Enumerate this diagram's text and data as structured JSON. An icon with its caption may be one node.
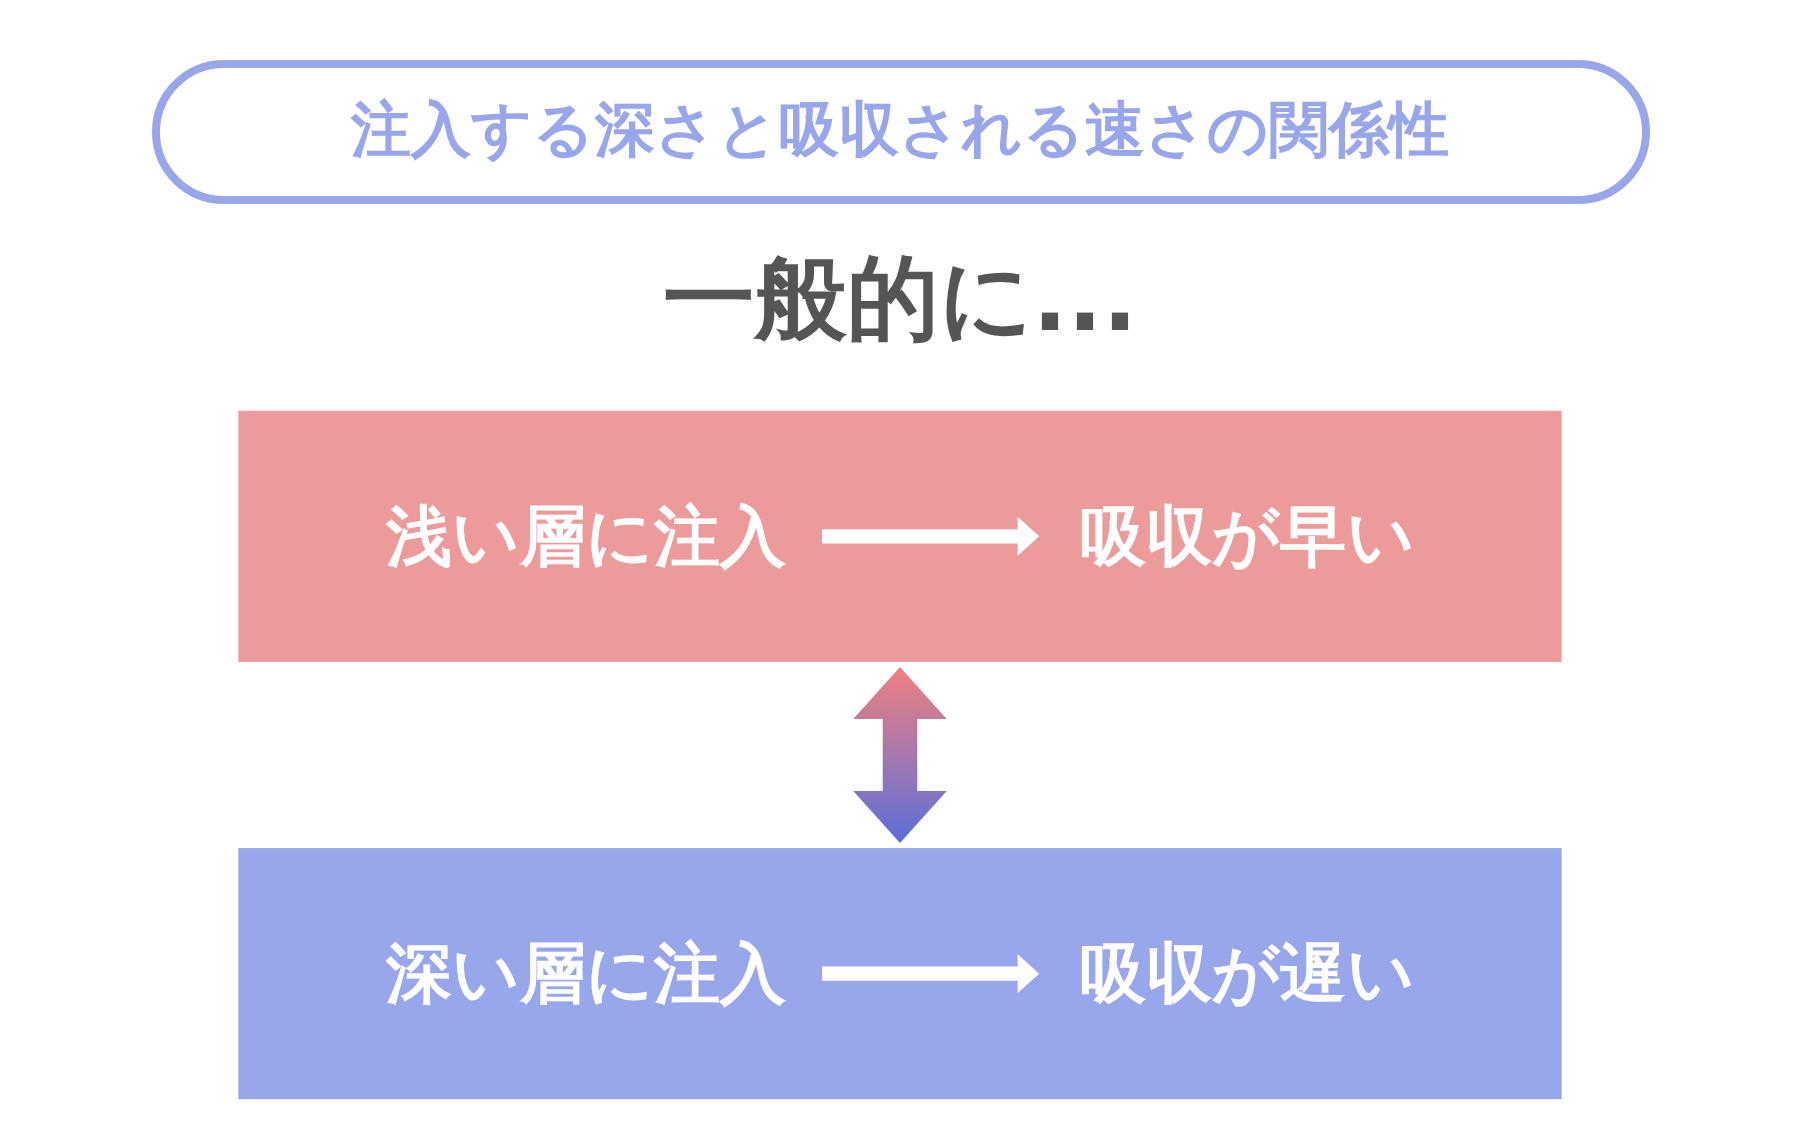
{
  "diagram": {
    "title": "注入する深さと吸収される速さの関係性",
    "nodes": [
      {
        "text": [],
        "shape": "bar"
      },
      {
        "text": [
          "浅い層に注入"
        ],
        "in": 0
      },
      {
        "text": [
          "吸収が早い"
        ],
        "in": 0
      },
      {
        "text": [],
        "shape": "bar"
      },
      {
        "text": [
          "深い層に注入"
        ],
        "in": 3
      },
      {
        "text": [
          "吸収が遅い"
        ],
        "in": 3
      }
    ],
    "edges": [
      {
        "from": 1,
        "to": 2,
        "arrow": "to"
      },
      {
        "from": 0,
        "to": 3,
        "arrow": "both",
        "color": "#f08080"
      },
      {
        "from": 4,
        "to": 5,
        "arrow": "to"
      }
    ],
    "labels": [
      "一般的に..."
    ]
  }
}
